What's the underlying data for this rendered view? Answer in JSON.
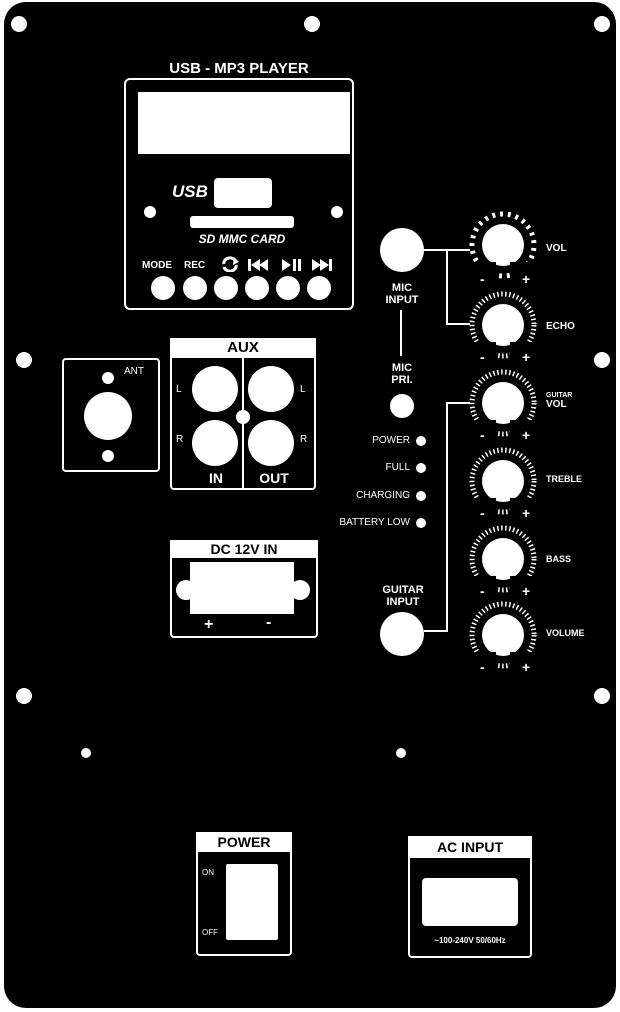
{
  "mp3_player": {
    "title": "USB - MP3 PLAYER",
    "usb_label": "USB",
    "card_label": "SD MMC CARD",
    "buttons": [
      {
        "label": "MODE",
        "icon": "mode"
      },
      {
        "label": "REC",
        "icon": "rec"
      },
      {
        "label": "",
        "icon": "repeat-icon"
      },
      {
        "label": "",
        "icon": "previous-icon"
      },
      {
        "label": "",
        "icon": "play-pause-icon"
      },
      {
        "label": "",
        "icon": "next-icon"
      }
    ]
  },
  "mic": {
    "input_label_1": "MIC",
    "input_label_2": "INPUT",
    "pri_label_1": "MIC",
    "pri_label_2": "PRI."
  },
  "knobs": {
    "vol": "VOL",
    "echo": "ECHO",
    "guitar_vol_1": "GUITAR",
    "guitar_vol_2": "VOL",
    "treble": "TREBLE",
    "bass": "BASS",
    "volume": "VOLUME",
    "minus": "-",
    "plus": "+"
  },
  "indicators": [
    "POWER",
    "FULL",
    "CHARGING",
    "BATTERY LOW"
  ],
  "guitar": {
    "label_1": "GUITAR",
    "label_2": "INPUT"
  },
  "ant_label": "ANT",
  "aux": {
    "title": "AUX",
    "left": "L",
    "right": "R",
    "in": "IN",
    "out": "OUT"
  },
  "dc": {
    "title": "DC 12V IN",
    "plus": "+",
    "minus": "-"
  },
  "power": {
    "title": "POWER",
    "on": "ON",
    "off": "OFF"
  },
  "ac": {
    "title": "AC INPUT",
    "spec": "~100-240V 50/60Hz"
  },
  "colors": {
    "panel": "#000000",
    "print": "#ffffff"
  }
}
